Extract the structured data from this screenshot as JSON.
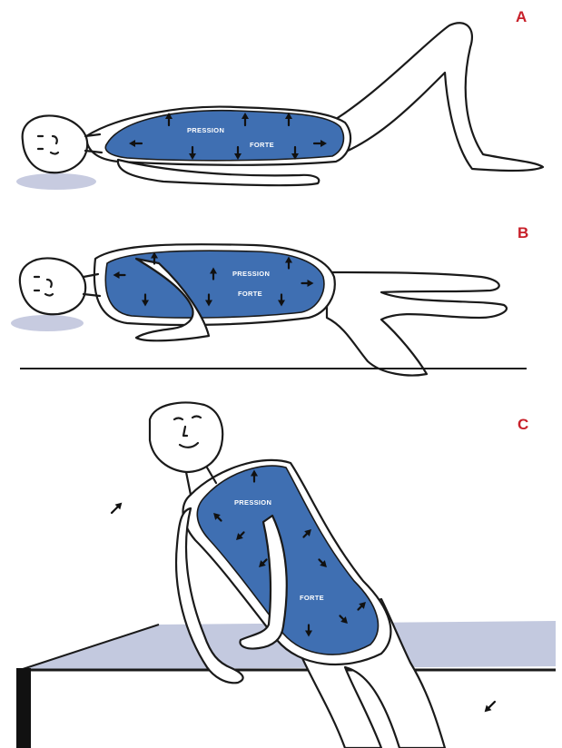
{
  "panels": [
    {
      "label": "A",
      "zone_words": [
        "PRESSION",
        "FORTE"
      ]
    },
    {
      "label": "B",
      "zone_words": [
        "PRESSION",
        "FORTE"
      ]
    },
    {
      "label": "C",
      "zone_words": [
        "PRESSION",
        "FORTE"
      ]
    }
  ],
  "colors": {
    "zone_blue": "#3f6fb2",
    "label_red": "#c8202a",
    "shadow": "#c7cbe0",
    "table": "#c3c9df",
    "outline": "#1a1a1a"
  },
  "icons": [
    "arrow-icon",
    "head-icon",
    "body-outline"
  ]
}
